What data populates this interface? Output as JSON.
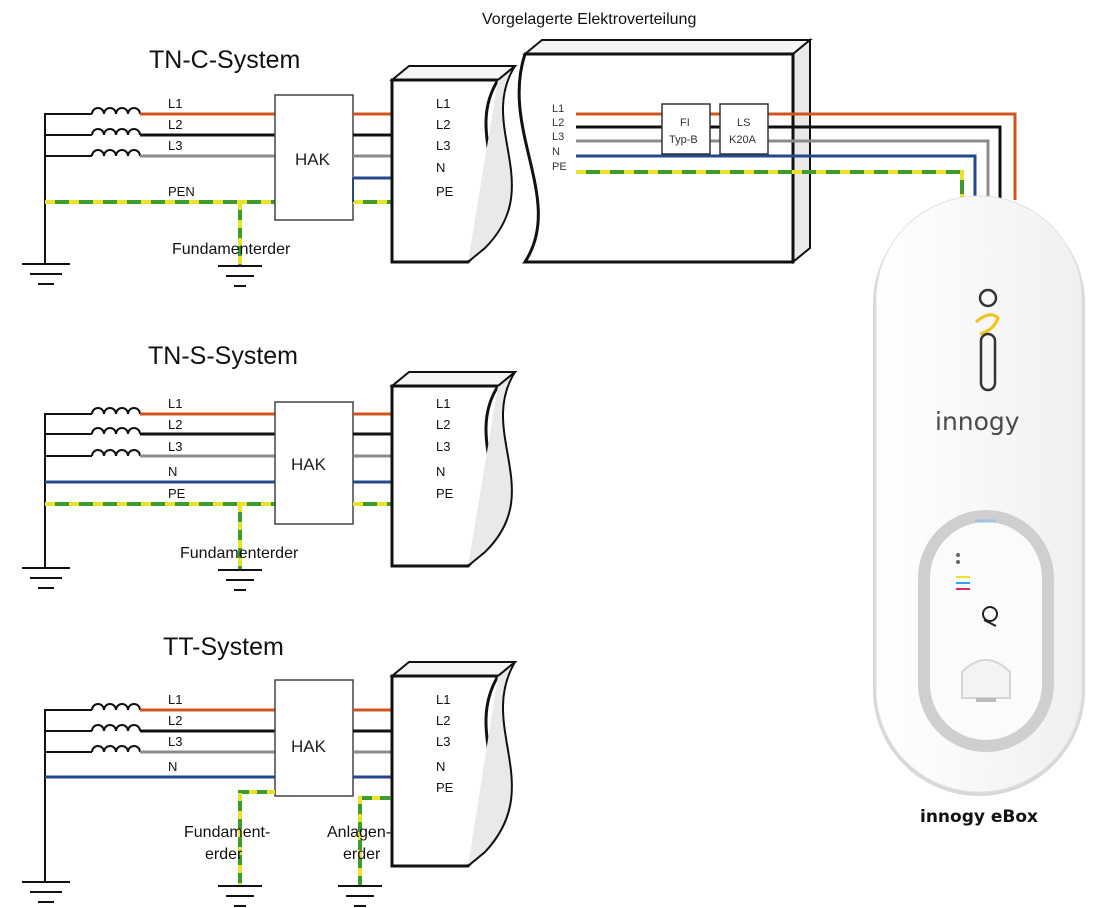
{
  "header": {
    "upstream_label": "Vorgelagerte Elektroverteilung"
  },
  "systems": [
    {
      "title": "TN-C-System",
      "phase_labels": [
        "L1",
        "L2",
        "L3"
      ],
      "earth_label": "PEN",
      "hak_label": "HAK",
      "out_labels": [
        "L1",
        "L2",
        "L3",
        "N",
        "PE"
      ],
      "earth_caption": "Fundamenterder"
    },
    {
      "title": "TN-S-System",
      "phase_labels": [
        "L1",
        "L2",
        "L3",
        "N",
        "PE"
      ],
      "hak_label": "HAK",
      "out_labels": [
        "L1",
        "L2",
        "L3",
        "N",
        "PE"
      ],
      "earth_caption": "Fundamenterder"
    },
    {
      "title": "TT-System",
      "phase_labels": [
        "L1",
        "L2",
        "L3",
        "N"
      ],
      "hak_label": "HAK",
      "out_labels": [
        "L1",
        "L2",
        "L3",
        "N",
        "PE"
      ],
      "earth_caption_1a": "Fundament-",
      "earth_caption_1b": "erder",
      "earth_caption_2a": "Anlagen-",
      "earth_caption_2b": "erder"
    }
  ],
  "distribution": {
    "in_labels": [
      "L1",
      "L2",
      "L3",
      "N",
      "PE"
    ],
    "fi_line1": "FI",
    "fi_line2": "Typ-B",
    "ls_line1": "LS",
    "ls_line2": "K20A"
  },
  "ebox": {
    "brand": "innogy",
    "caption": "innogy eBox"
  },
  "colors": {
    "L1": "#d0541c",
    "L2": "#111111",
    "L3": "#8c8c8c",
    "N": "#24488f",
    "PE_green": "#3e9b2e",
    "PE_yellow": "#e8e22a",
    "accent_yellow": "#f2c318"
  }
}
